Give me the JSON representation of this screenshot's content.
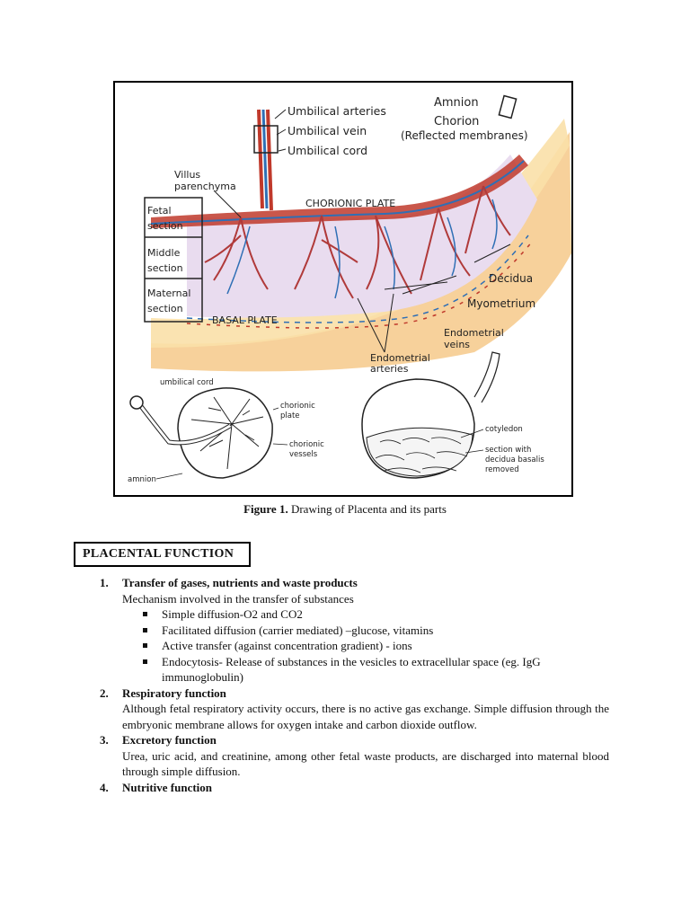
{
  "figure": {
    "labels": {
      "amnion": "Amnion",
      "chorion": "Chorion",
      "reflected_membranes": "(Reflected membranes)",
      "umbilical_arteries": "Umbilical arteries",
      "umbilical_vein": "Umbilical vein",
      "umbilical_cord": "Umbilical cord",
      "villus": "Villus",
      "parenchyma": "parenchyma",
      "chorionic_plate": "CHORIONIC PLATE",
      "fetal_section_1": "Fetal",
      "fetal_section_2": "section",
      "middle_section_1": "Middle",
      "middle_section_2": "section",
      "maternal_section_1": "Maternal",
      "maternal_section_2": "section",
      "basal_plate": "BASAL PLATE",
      "decidua": "Decidua",
      "myometrium": "Myometrium",
      "endometrial_veins_1": "Endometrial",
      "endometrial_veins_2": "veins",
      "endometrial_arteries_1": "Endometrial",
      "endometrial_arteries_2": "arteries",
      "small_umbilical_cord": "umbilical cord",
      "small_chorionic_plate_1": "chorionic",
      "small_chorionic_plate_2": "plate",
      "small_chorionic_vessels_1": "chorionic",
      "small_chorionic_vessels_2": "vessels",
      "small_amnion": "amnion",
      "cotyledon": "cotyledon",
      "section_with_1": "section with",
      "section_with_2": "decidua basalis",
      "section_with_3": "removed"
    }
  },
  "caption": {
    "bold": "Figure 1.",
    "text": " Drawing of Placenta and its parts"
  },
  "section_heading": "PLACENTAL FUNCTION",
  "list": {
    "item1": {
      "number": "1.",
      "title": "Transfer of gases, nutrients and waste products",
      "intro": "Mechanism involved in the transfer of substances",
      "bullets": [
        "Simple diffusion-O2 and CO2",
        "Facilitated diffusion (carrier mediated) –glucose, vitamins",
        "Active transfer (against concentration gradient) - ions",
        "Endocytosis- Release of substances in the vesicles to extracellular space (eg. IgG immunoglobulin)"
      ]
    },
    "item2": {
      "number": "2.",
      "title": "Respiratory function",
      "text": "Although fetal respiratory activity occurs, there is no active gas exchange. Simple diffusion through the embryonic membrane allows for oxygen intake and carbon dioxide outflow."
    },
    "item3": {
      "number": "3.",
      "title": "Excretory function",
      "text": "Urea, uric acid, and creatinine, among other fetal waste products, are discharged into maternal blood through simple diffusion."
    },
    "item4": {
      "number": "4.",
      "title": "Nutritive function"
    }
  }
}
